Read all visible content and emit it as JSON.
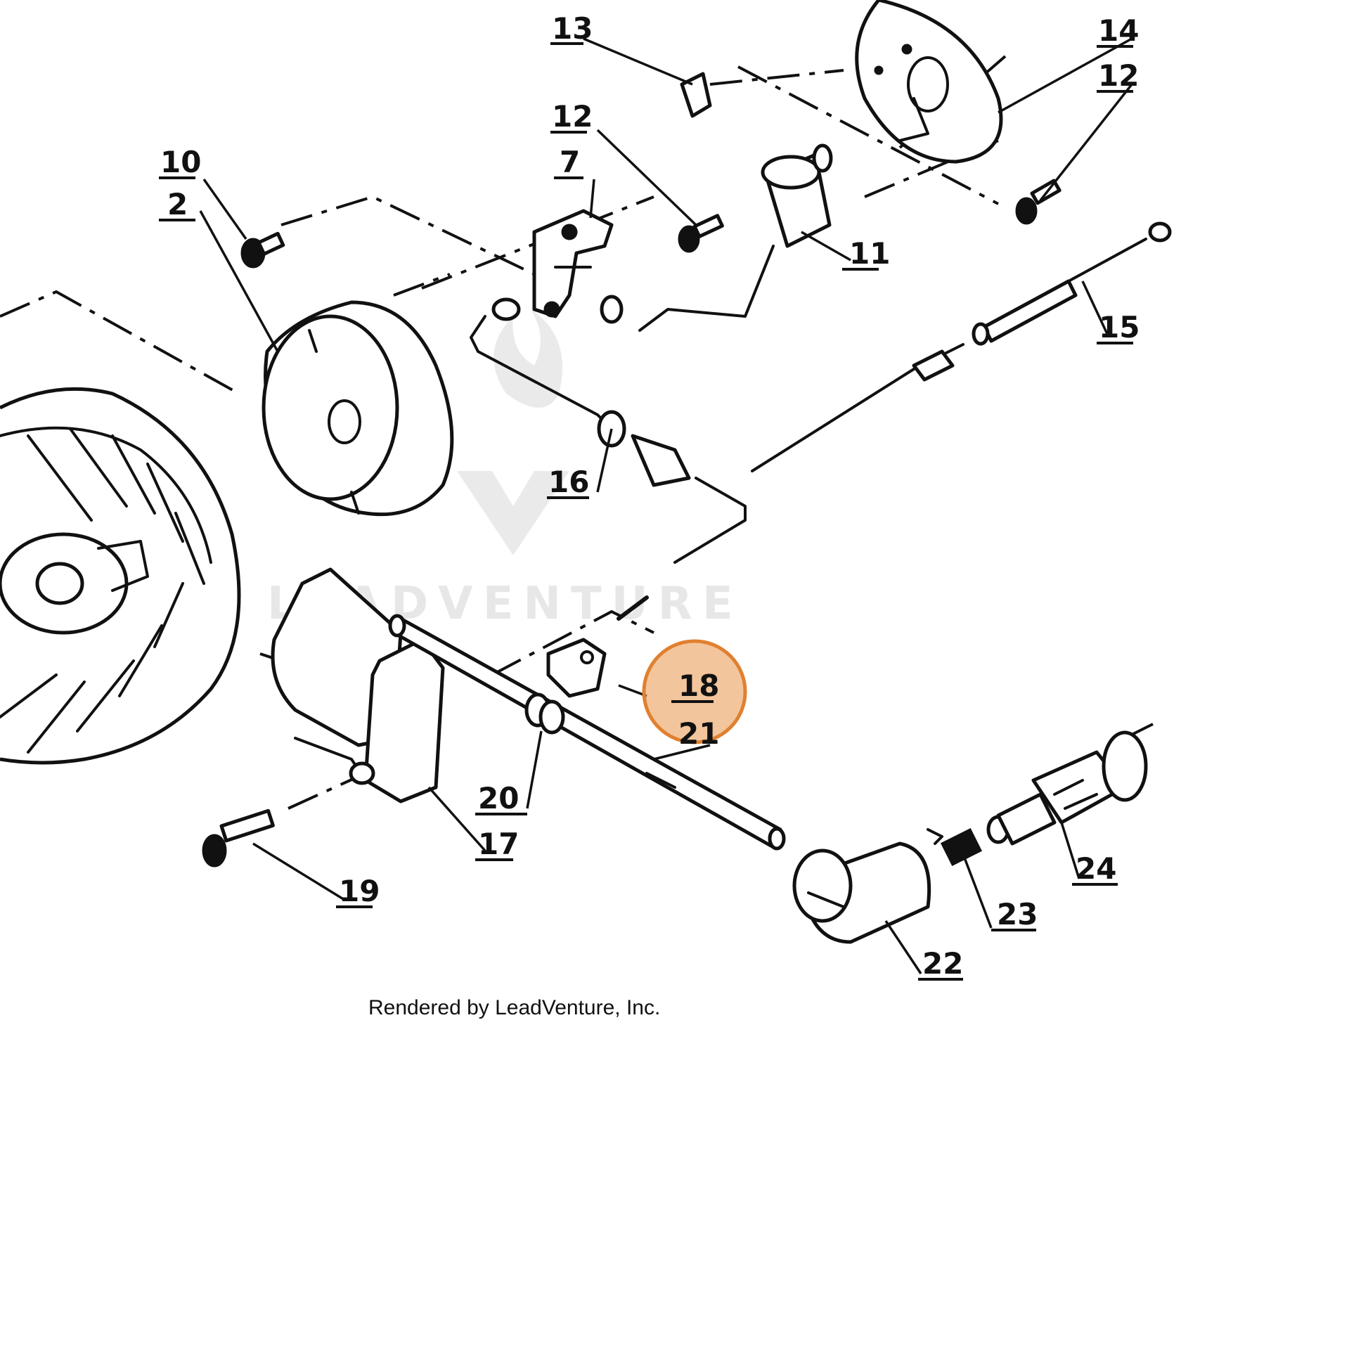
{
  "diagram": {
    "callouts": [
      "13",
      "14",
      "12",
      "12",
      "10",
      "2",
      "7",
      "11",
      "15",
      "16",
      "18",
      "21",
      "20",
      "17",
      "19",
      "22",
      "23",
      "24"
    ],
    "credit": "Rendered by LeadVenture, Inc.",
    "watermark": "LEADVENTURE",
    "highlight_color": "#e8954a",
    "highlighted_callout": "18"
  }
}
